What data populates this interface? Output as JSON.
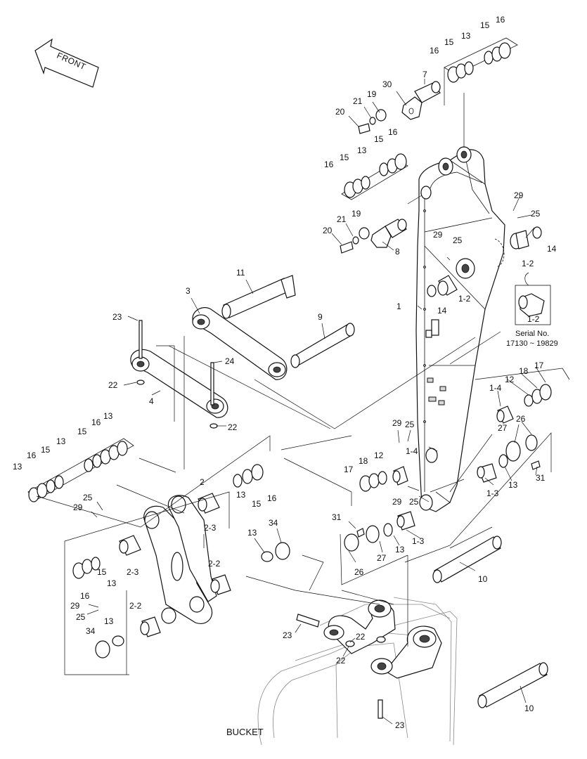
{
  "labels": {
    "front": "FRONT",
    "bucket": "BUCKET",
    "serial_title": "Serial No.",
    "serial_range": "17130 ~ 19829",
    "inset_part": "1-2"
  },
  "callouts": [
    {
      "text": "16"
    },
    {
      "text": "15"
    },
    {
      "text": "13"
    },
    {
      "text": "15"
    },
    {
      "text": "16"
    },
    {
      "text": "7"
    },
    {
      "text": "30"
    },
    {
      "text": "19"
    },
    {
      "text": "21"
    },
    {
      "text": "20"
    },
    {
      "text": "16"
    },
    {
      "text": "15"
    },
    {
      "text": "13"
    },
    {
      "text": "15"
    },
    {
      "text": "16"
    },
    {
      "text": "29"
    },
    {
      "text": "25"
    },
    {
      "text": "21"
    },
    {
      "text": "19"
    },
    {
      "text": "20"
    },
    {
      "text": "8"
    },
    {
      "text": "29"
    },
    {
      "text": "25"
    },
    {
      "text": "14"
    },
    {
      "text": "1-2"
    },
    {
      "text": "11"
    },
    {
      "text": "3"
    },
    {
      "text": "1"
    },
    {
      "text": "14"
    },
    {
      "text": "1-2"
    },
    {
      "text": "23"
    },
    {
      "text": "9"
    },
    {
      "text": "24"
    },
    {
      "text": "22"
    },
    {
      "text": "4"
    },
    {
      "text": "17"
    },
    {
      "text": "18"
    },
    {
      "text": "12"
    },
    {
      "text": "1-4"
    },
    {
      "text": "22"
    },
    {
      "text": "13"
    },
    {
      "text": "16"
    },
    {
      "text": "15"
    },
    {
      "text": "13"
    },
    {
      "text": "15"
    },
    {
      "text": "16"
    },
    {
      "text": "13"
    },
    {
      "text": "29"
    },
    {
      "text": "25"
    },
    {
      "text": "27"
    },
    {
      "text": "26"
    },
    {
      "text": "1-4"
    },
    {
      "text": "12"
    },
    {
      "text": "18"
    },
    {
      "text": "17"
    },
    {
      "text": "2"
    },
    {
      "text": "13"
    },
    {
      "text": "15"
    },
    {
      "text": "16"
    },
    {
      "text": "1-3"
    },
    {
      "text": "13"
    },
    {
      "text": "31"
    },
    {
      "text": "25"
    },
    {
      "text": "29"
    },
    {
      "text": "2-3"
    },
    {
      "text": "29"
    },
    {
      "text": "25"
    },
    {
      "text": "34"
    },
    {
      "text": "31"
    },
    {
      "text": "13"
    },
    {
      "text": "13"
    },
    {
      "text": "1-3"
    },
    {
      "text": "27"
    },
    {
      "text": "2-3"
    },
    {
      "text": "15"
    },
    {
      "text": "13"
    },
    {
      "text": "26"
    },
    {
      "text": "2-2"
    },
    {
      "text": "10"
    },
    {
      "text": "16"
    },
    {
      "text": "29"
    },
    {
      "text": "25"
    },
    {
      "text": "2-2"
    },
    {
      "text": "13"
    },
    {
      "text": "23"
    },
    {
      "text": "22"
    },
    {
      "text": "34"
    },
    {
      "text": "22"
    },
    {
      "text": "10"
    },
    {
      "text": "23"
    }
  ]
}
